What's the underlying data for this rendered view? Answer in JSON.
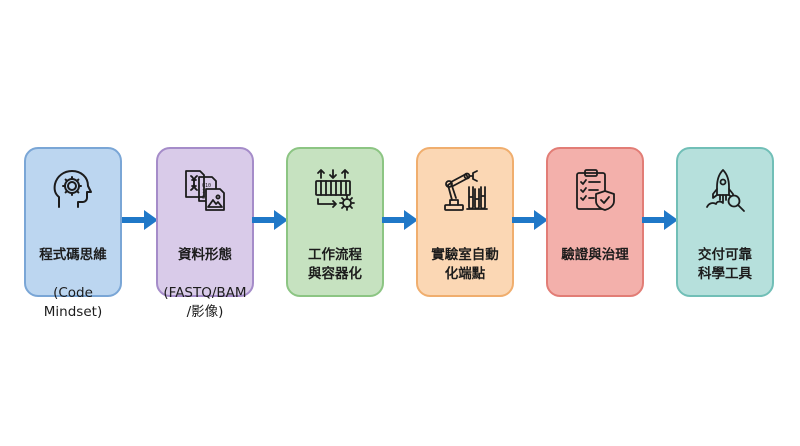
{
  "steps": [
    {
      "title": "程式碼思維",
      "sub": "(Code\nMindset)",
      "icon": "head-gear-icon",
      "fill": "#bcd6f0",
      "border": "#7aa6d6"
    },
    {
      "title": "資料形態",
      "sub": "(FASTQ/BAM\n/影像)",
      "icon": "dna-files-icon",
      "fill": "#d9cbe9",
      "border": "#a58cc9"
    },
    {
      "title": "工作流程\n與容器化",
      "sub": "",
      "icon": "container-workflow-icon",
      "fill": "#c6e2c0",
      "border": "#8cc583"
    },
    {
      "title": "實驗室自動\n化端點",
      "sub": "",
      "icon": "robot-arm-icon",
      "fill": "#fbd7b4",
      "border": "#f0ae6e"
    },
    {
      "title": "驗證與治理",
      "sub": "",
      "icon": "checklist-shield-icon",
      "fill": "#f3b0ab",
      "border": "#e27d76"
    },
    {
      "title": "交付可靠\n科學工具",
      "sub": "",
      "icon": "rocket-magnifier-icon",
      "fill": "#b6e0dc",
      "border": "#71bfb7"
    }
  ],
  "arrow_color": "#1f78c8"
}
